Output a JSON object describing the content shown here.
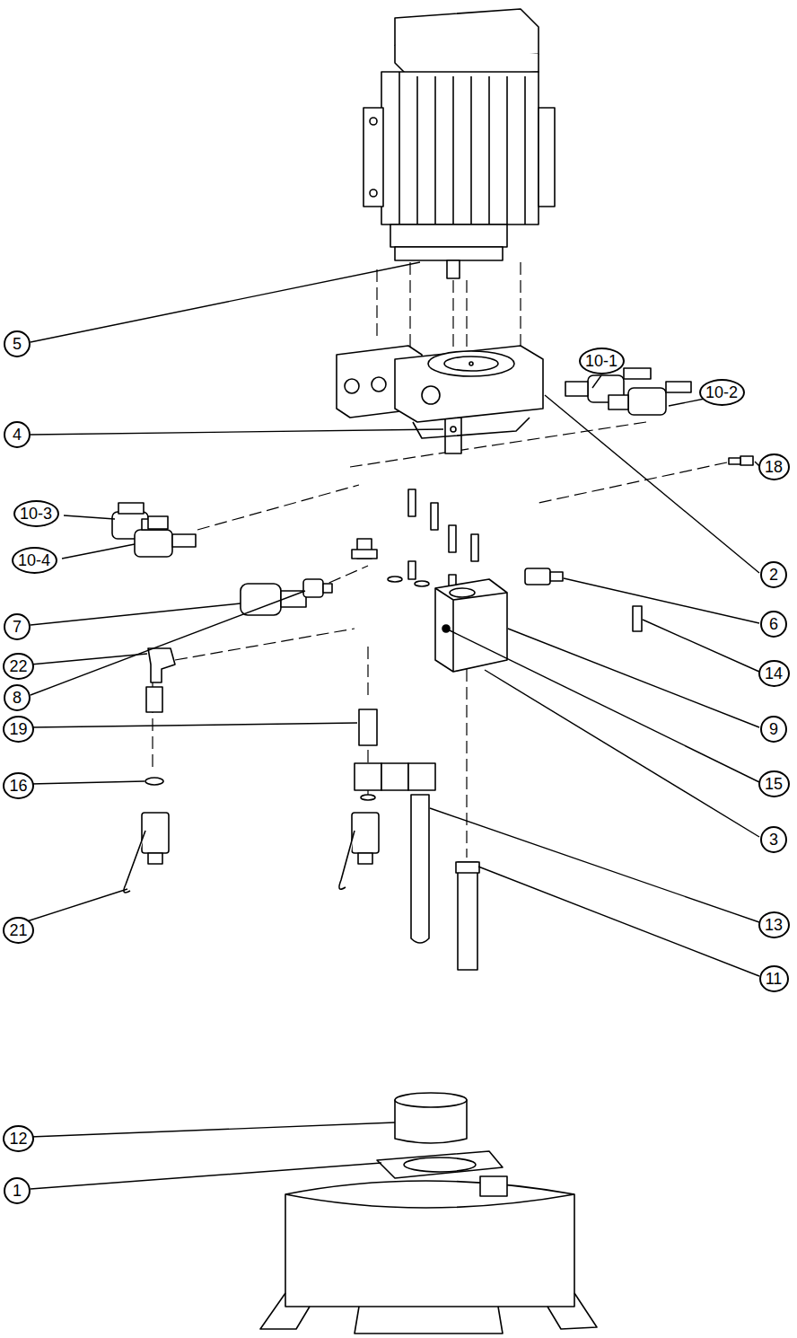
{
  "diagram": {
    "nodes": [
      {
        "text": [
          "5"
        ]
      },
      {
        "text": [
          "10-1"
        ]
      },
      {
        "text": [
          "10-2"
        ]
      },
      {
        "text": [
          "4"
        ]
      },
      {
        "text": [
          "18"
        ]
      },
      {
        "text": [
          "10-3"
        ]
      },
      {
        "text": [
          "10-4"
        ]
      },
      {
        "text": [
          "2"
        ]
      },
      {
        "text": [
          "6"
        ]
      },
      {
        "text": [
          "7"
        ]
      },
      {
        "text": [
          "22"
        ]
      },
      {
        "text": [
          "14"
        ]
      },
      {
        "text": [
          "8"
        ]
      },
      {
        "text": [
          "19"
        ]
      },
      {
        "text": [
          "9"
        ]
      },
      {
        "text": [
          "15"
        ]
      },
      {
        "text": [
          "16"
        ]
      },
      {
        "text": [
          "3"
        ]
      },
      {
        "text": [
          "13"
        ]
      },
      {
        "text": [
          "21"
        ]
      },
      {
        "text": [
          "11"
        ]
      },
      {
        "text": [
          "12"
        ]
      },
      {
        "text": [
          "1"
        ]
      }
    ]
  }
}
